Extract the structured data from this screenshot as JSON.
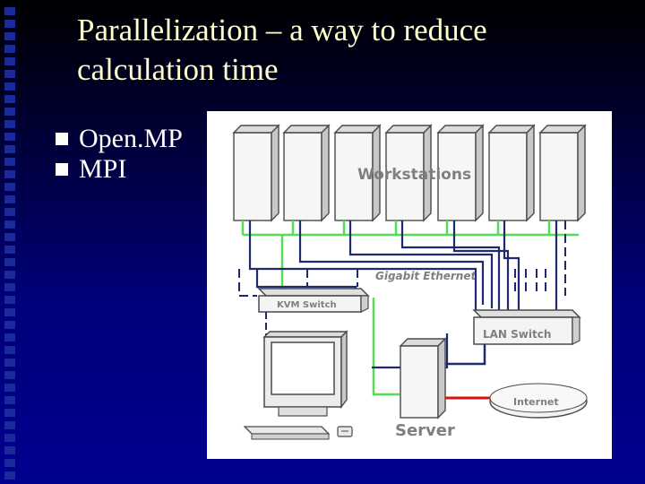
{
  "slide": {
    "title": "Parallelization – a way to reduce calculation time",
    "bullets": [
      "Open.MP",
      "MPI"
    ]
  },
  "diagram": {
    "workstations_label": "Workstations",
    "network_label": "Gigabit Ethernet",
    "kvm_label": "KVM Switch",
    "lan_label": "LAN Switch",
    "server_label": "Server",
    "internet_label": "Internet",
    "colors": {
      "gigabit_link": "#55dd55",
      "lan_link": "#1f2a6e",
      "internet_link": "#dd1111",
      "outline": "#4a4a4a"
    }
  }
}
